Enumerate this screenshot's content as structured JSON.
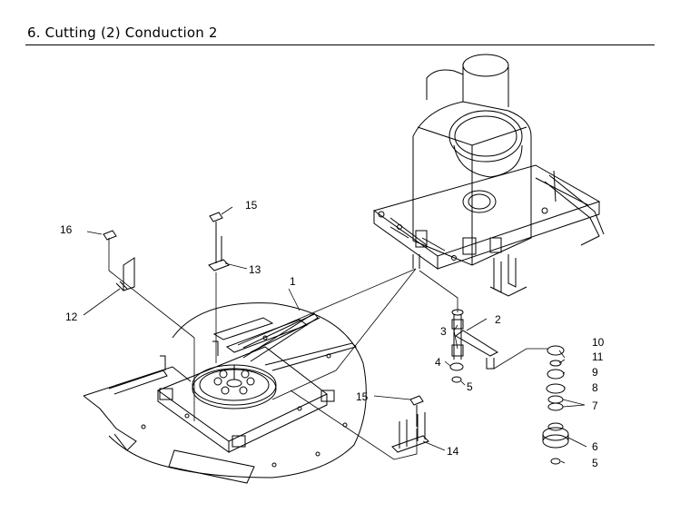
{
  "header": {
    "title": "6. Cutting (2) Conduction 2"
  },
  "callouts": [
    {
      "id": "c1",
      "label": "1"
    },
    {
      "id": "c2",
      "label": "2"
    },
    {
      "id": "c3",
      "label": "3"
    },
    {
      "id": "c4",
      "label": "4"
    },
    {
      "id": "c5a",
      "label": "5"
    },
    {
      "id": "c5b",
      "label": "5"
    },
    {
      "id": "c6",
      "label": "6"
    },
    {
      "id": "c7",
      "label": "7"
    },
    {
      "id": "c8",
      "label": "8"
    },
    {
      "id": "c9",
      "label": "9"
    },
    {
      "id": "c10",
      "label": "10"
    },
    {
      "id": "c11",
      "label": "11"
    },
    {
      "id": "c12",
      "label": "12"
    },
    {
      "id": "c13",
      "label": "13"
    },
    {
      "id": "c14",
      "label": "14"
    },
    {
      "id": "c15a",
      "label": "15"
    },
    {
      "id": "c15b",
      "label": "15"
    },
    {
      "id": "c16",
      "label": "16"
    }
  ]
}
